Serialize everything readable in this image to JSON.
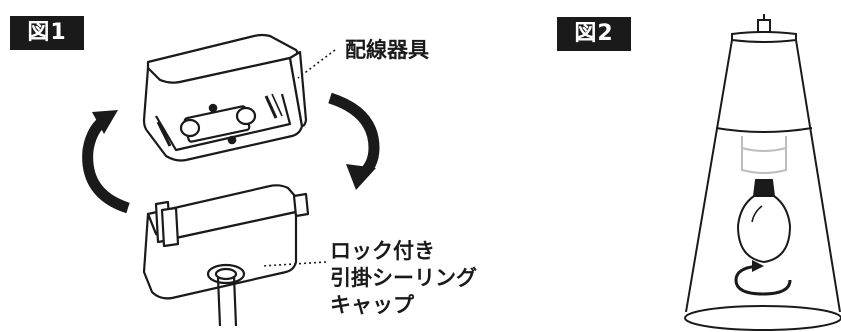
{
  "figure1": {
    "badge": "図1",
    "label_wiring": "配線器具",
    "label_cap_lines": [
      "ロック付き",
      "引掛シーリング",
      "キャップ"
    ]
  },
  "figure2": {
    "badge": "図2"
  },
  "icons": [
    "rotate-arrow-left-icon",
    "rotate-arrow-right-icon",
    "rotate-arrow-circle-icon"
  ]
}
